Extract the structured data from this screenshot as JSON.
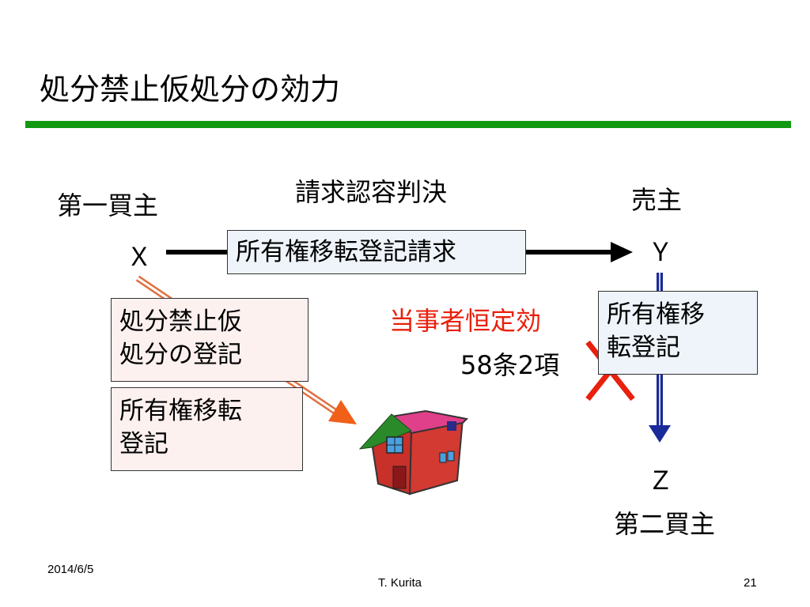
{
  "slide": {
    "title": "処分禁止仮処分の効力",
    "accent_color": "#119911"
  },
  "diagram": {
    "party_first_buyer_role": "第一買主",
    "party_first_buyer_name": "Ｘ",
    "party_seller_role": "売主",
    "party_seller_name": "Ｙ",
    "party_second_buyer_name": "Ｚ",
    "party_second_buyer_role": "第二買主",
    "claim_judgment_label": "請求認容判決",
    "claim_box_text": "所有権移転登記請求",
    "effect_label": "当事者恒定効",
    "effect_label_color": "#e8200c",
    "article_label": "58条2項",
    "transfer_box_line1": "所有権移",
    "transfer_box_line2": "転登記",
    "injunction_box_line1": "処分禁止仮",
    "injunction_box_line2": "処分の登記",
    "ownership_box_line1": "所有権移転",
    "ownership_box_line2": "登記",
    "house_icon": "house-icon",
    "cross_icon": "cross-mark-icon"
  },
  "footer": {
    "date": "2014/6/5",
    "author": "T. Kurita",
    "page_number": "21"
  }
}
